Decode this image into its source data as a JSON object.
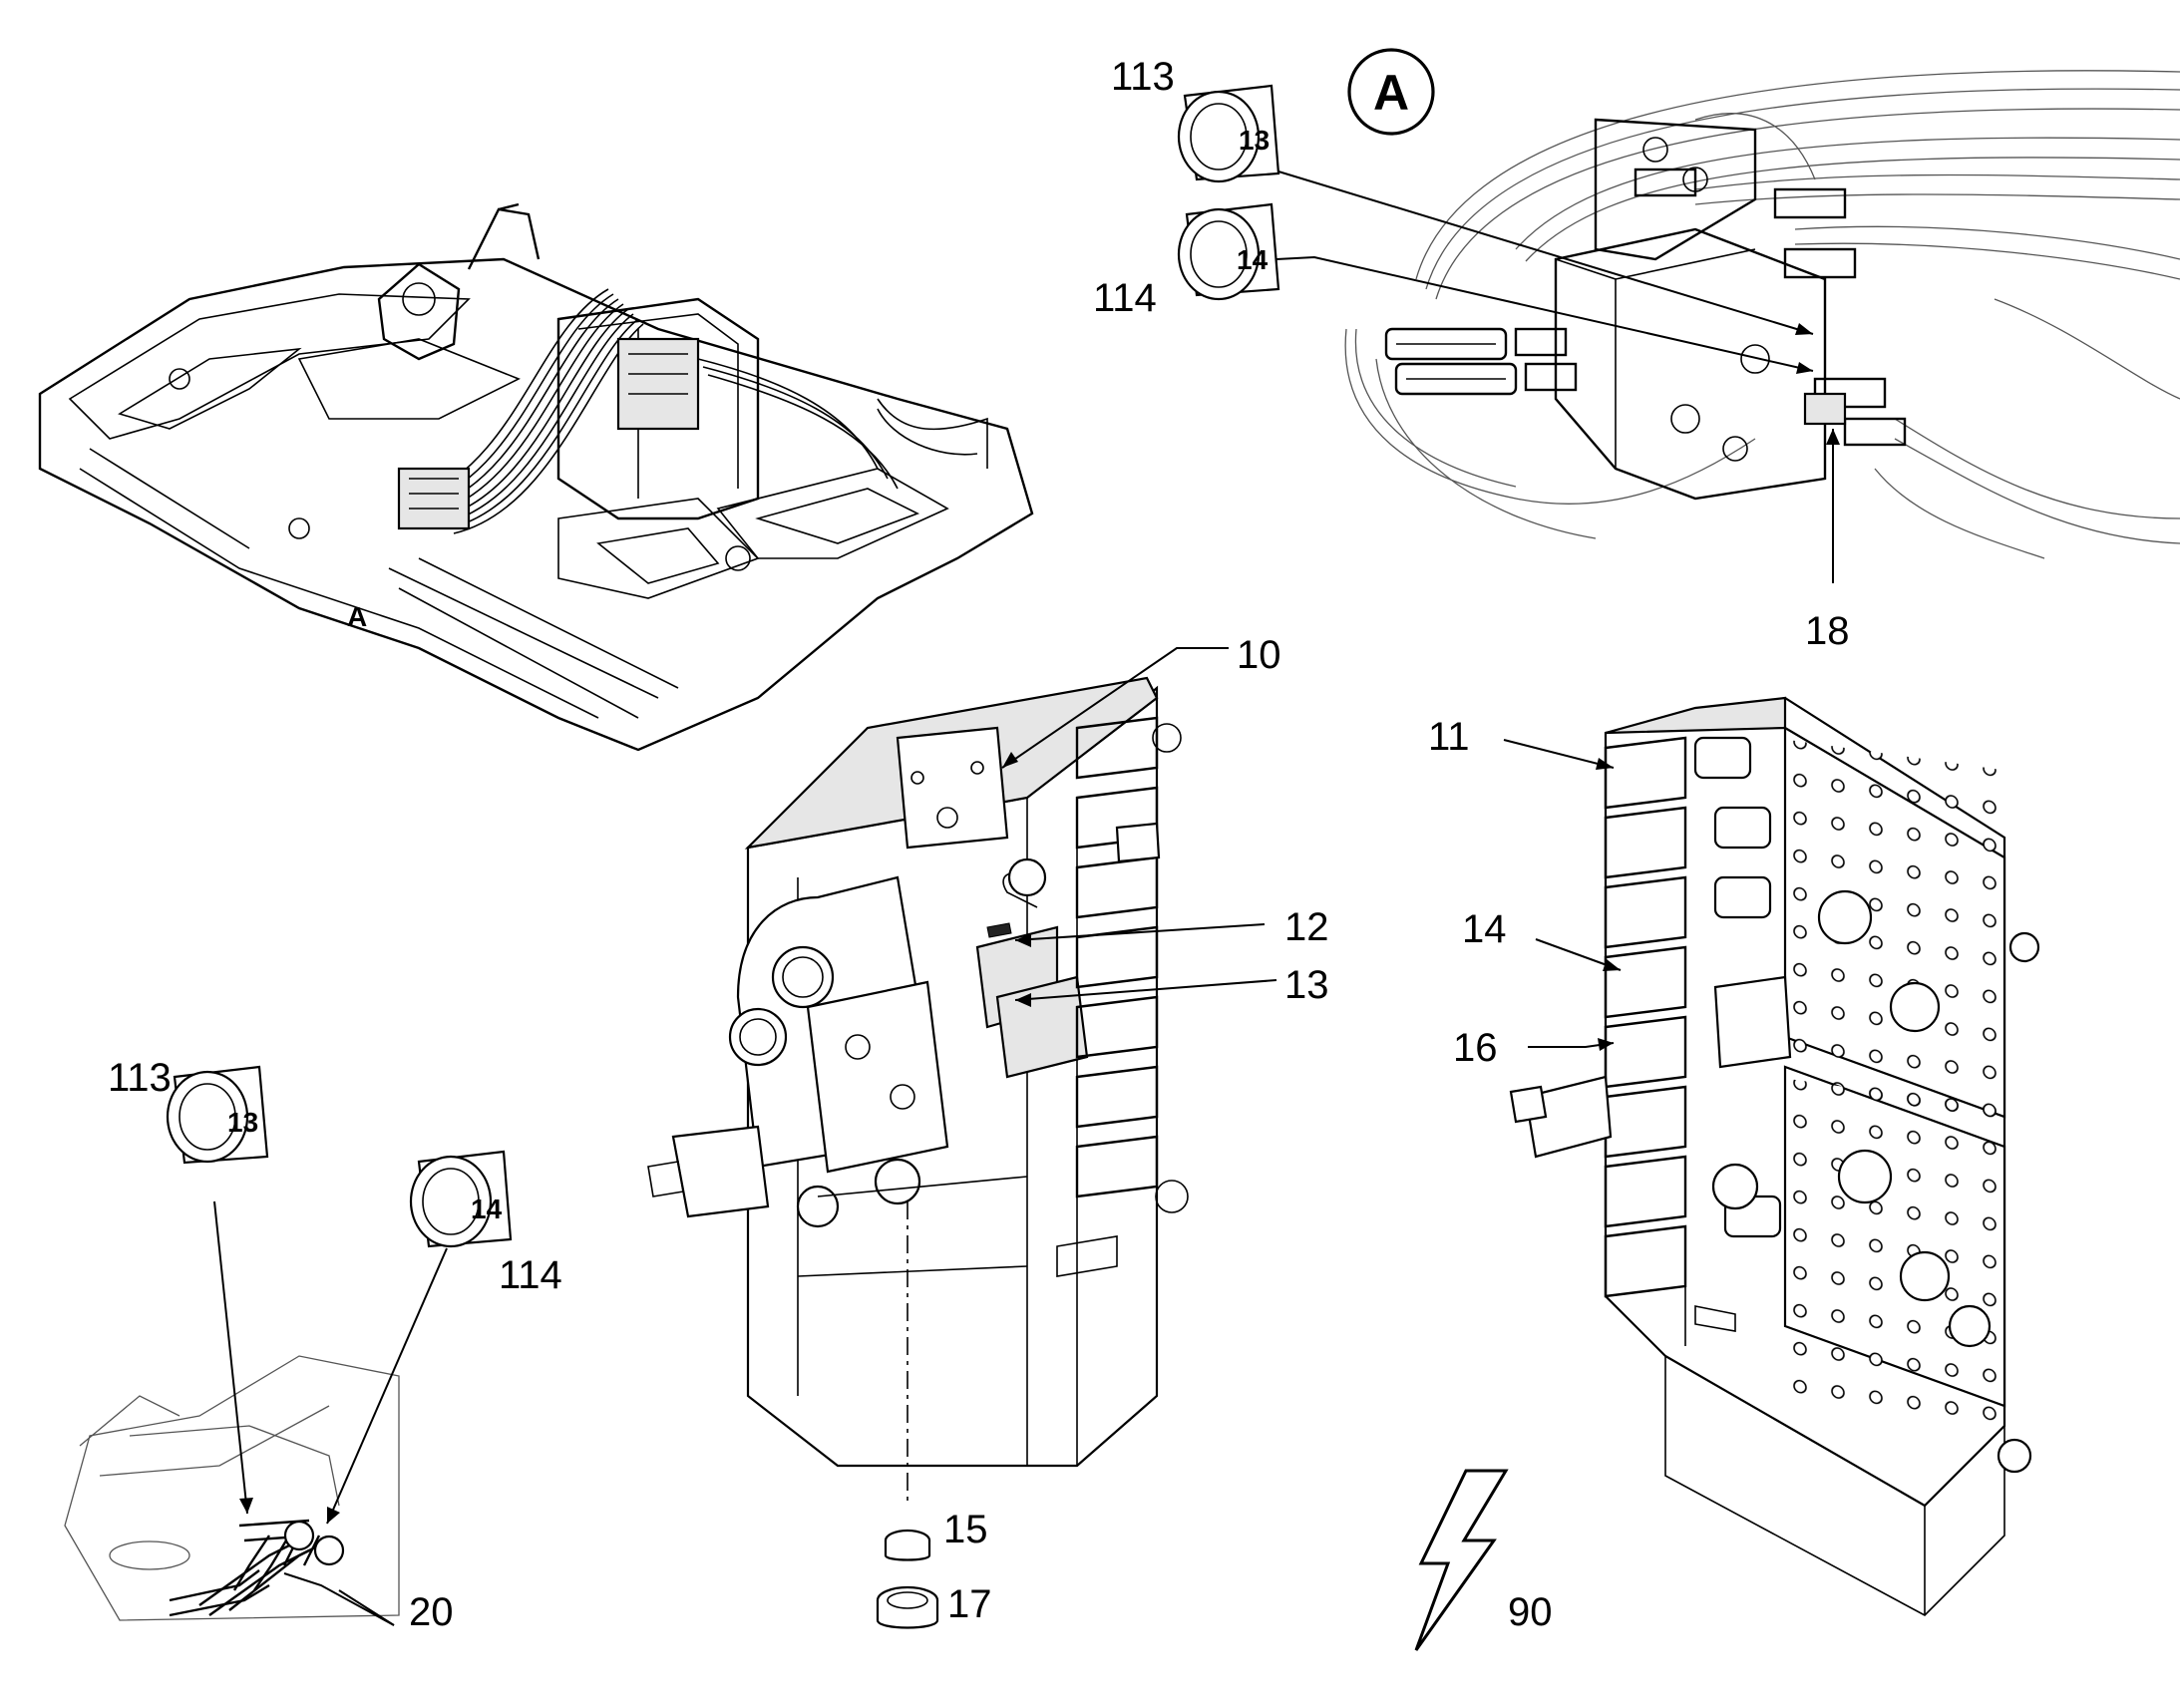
{
  "detail_label": "A",
  "detail_circle_letter": "A",
  "caps": [
    {
      "id": "cap-113-top",
      "number_on_cap": "13"
    },
    {
      "id": "cap-114-top",
      "number_on_cap": "14"
    },
    {
      "id": "cap-113-left",
      "number_on_cap": "13"
    },
    {
      "id": "cap-114-left",
      "number_on_cap": "14"
    }
  ],
  "callouts": {
    "c113_top": "113",
    "c114_top": "114",
    "c18": "18",
    "c10": "10",
    "c11": "11",
    "c12": "12",
    "c13": "13",
    "c14": "14",
    "c16": "16",
    "c113_left": "113",
    "c114_left": "114",
    "c20": "20",
    "c15": "15",
    "c17": "17",
    "c90": "90"
  },
  "colors": {
    "line": "#000000",
    "background": "#ffffff"
  },
  "icons": [
    "lightning-bolt-icon"
  ]
}
